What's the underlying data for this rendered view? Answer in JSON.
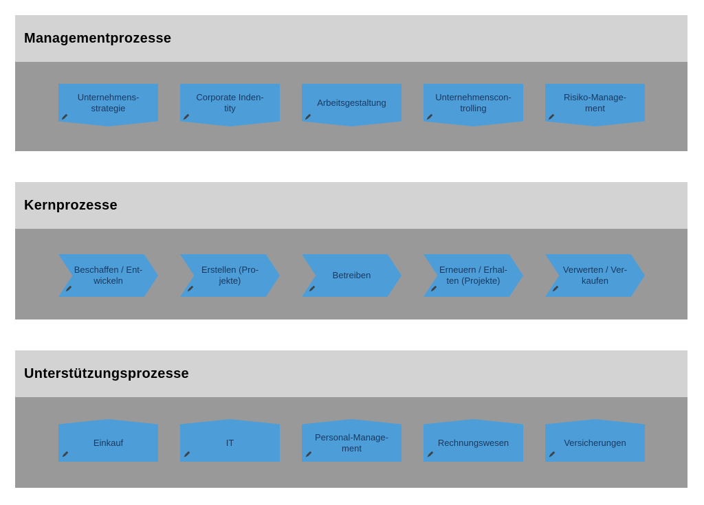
{
  "diagram": {
    "type": "process-map",
    "language": "de"
  },
  "colors": {
    "band_header_bg": "#d3d3d3",
    "band_body_bg": "#999999",
    "shape_fill": "#4d9ed8",
    "shape_text": "#18375e",
    "header_text": "#000000",
    "pencil": "#3d434a"
  },
  "icons": {
    "pencil": "edit-pencil"
  },
  "sections": [
    {
      "title": "Managementprozesse",
      "shape_style": "notch-bottom",
      "shapes": [
        {
          "label": "Unternehmens-\nstrategie"
        },
        {
          "label": "Corporate Inden-\ntity"
        },
        {
          "label": "Arbeitsgestaltung"
        },
        {
          "label": "Unternehmenscon-\ntrolling"
        },
        {
          "label": "Risiko-Manage-\nment"
        }
      ]
    },
    {
      "title": "Kernprozesse",
      "shape_style": "chevron",
      "shapes": [
        {
          "label": "Beschaffen / Ent-\nwickeln"
        },
        {
          "label": "Erstellen (Pro-\njekte)"
        },
        {
          "label": "Betreiben"
        },
        {
          "label": "Erneuern / Erhal-\nten (Projekte)"
        },
        {
          "label": "Verwerten / Ver-\nkaufen"
        }
      ]
    },
    {
      "title": "Unterstützungsprozesse",
      "shape_style": "peak-top",
      "shapes": [
        {
          "label": "Einkauf"
        },
        {
          "label": "IT"
        },
        {
          "label": "Personal-Manage-\nment"
        },
        {
          "label": "Rechnungswesen"
        },
        {
          "label": "Versicherungen"
        }
      ]
    }
  ]
}
